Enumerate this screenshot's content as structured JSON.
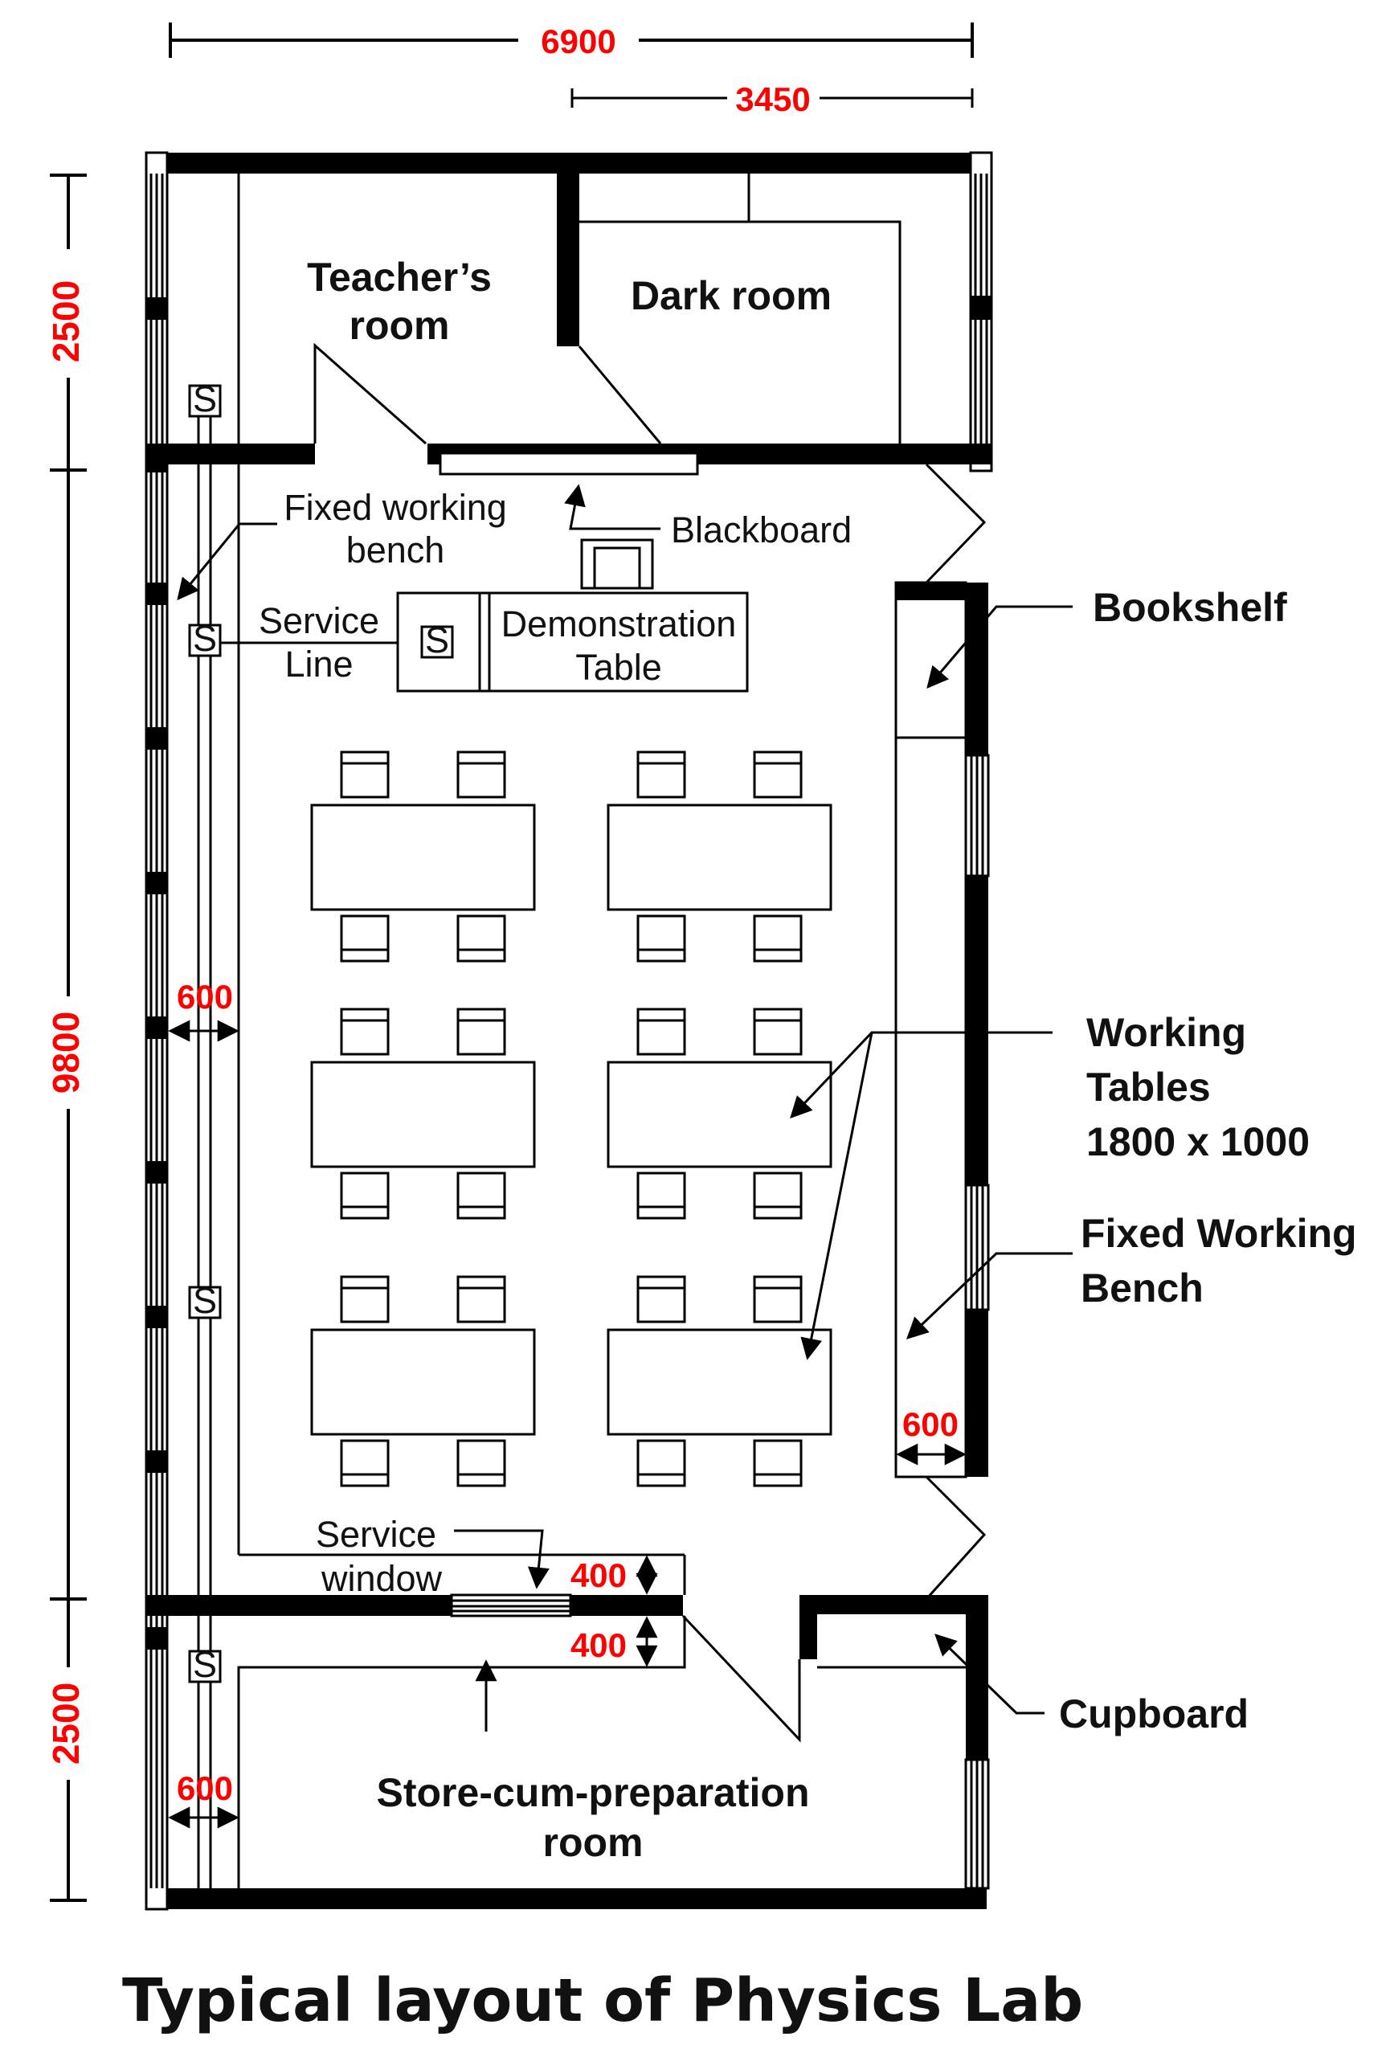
{
  "caption": "Typical layout of Physics Lab",
  "colors": {
    "dimension": "#ff0000",
    "wall": "#000000",
    "text": "#111111"
  },
  "dimensions": {
    "overall_width": "6900",
    "half_width": "3450",
    "top_depth": "2500",
    "lab_depth": "9800",
    "bottom_depth": "2500",
    "left_bench_width": "600",
    "right_bench_width": "600",
    "store_bench_width": "600",
    "service_window_upper": "400",
    "service_window_lower": "400"
  },
  "rooms": {
    "teachers_room": [
      "Teacher’s",
      "room"
    ],
    "dark_room": "Dark room",
    "store_room": [
      "Store-cum-preparation",
      "room"
    ]
  },
  "labels": {
    "fixed_working_bench_left": [
      "Fixed working",
      "bench"
    ],
    "blackboard": "Blackboard",
    "service_line": [
      "Service",
      "Line"
    ],
    "demonstration_table": [
      "Demonstration",
      "Table"
    ],
    "bookshelf": "Bookshelf",
    "working_tables": [
      "Working",
      "Tables",
      "1800 x 1000"
    ],
    "fixed_working_bench_right": [
      "Fixed Working",
      "Bench"
    ],
    "service_window": [
      "Service",
      "window"
    ],
    "cupboard": "Cupboard"
  },
  "service_point_symbol": "S",
  "icons": [
    "service-point-icon",
    "arrow-icon",
    "dimension-arrow-icon"
  ]
}
